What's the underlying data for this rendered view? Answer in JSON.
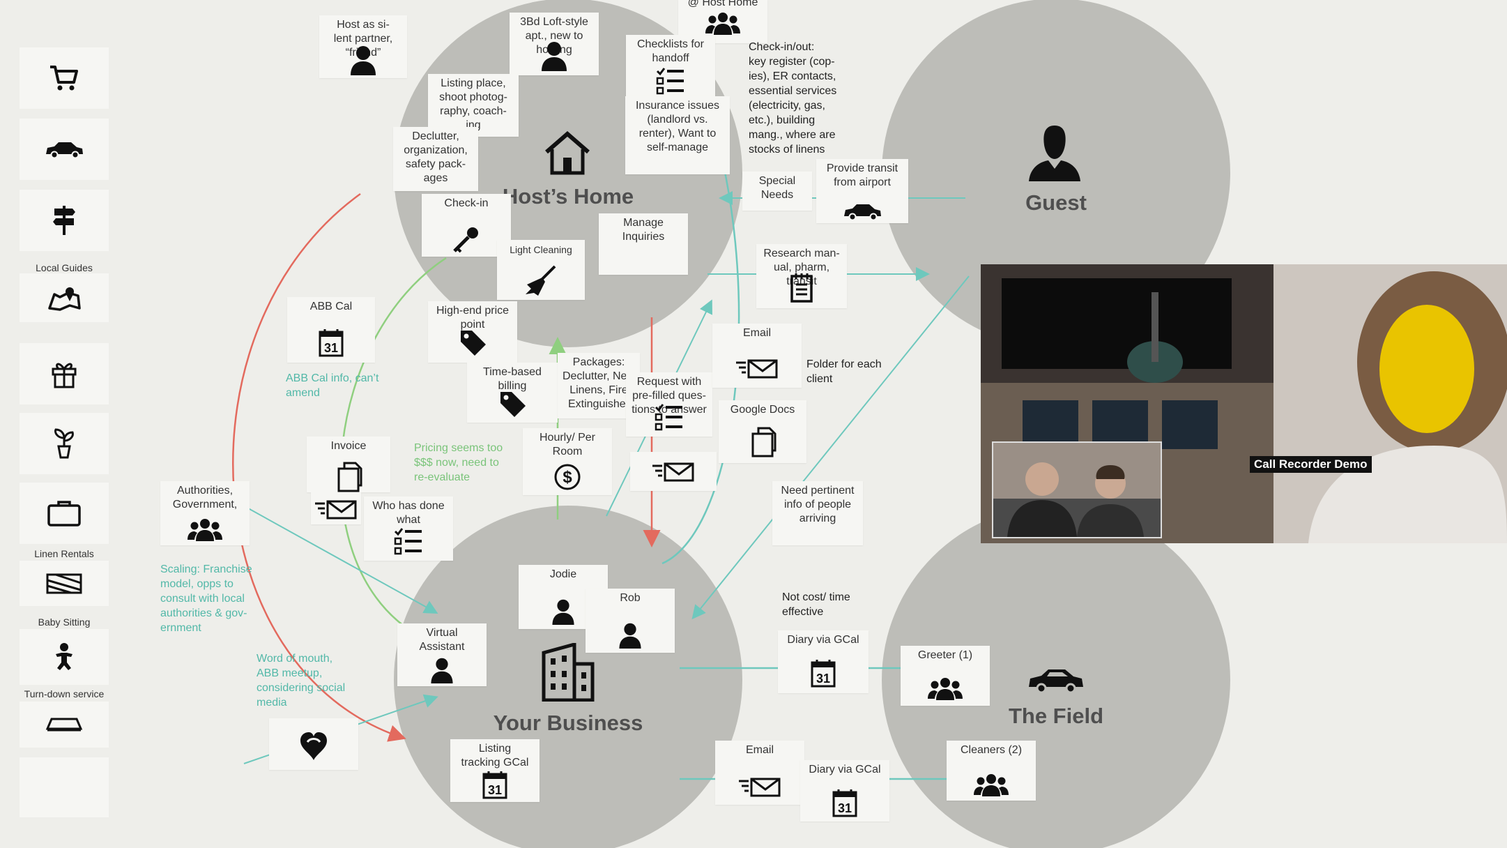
{
  "sidebar": {
    "labels": {
      "local_guides": "Local Guides",
      "linen_rentals": "Linen Rentals",
      "baby_sitting": "Baby Sitting",
      "turn_down": "Turn-down service"
    },
    "icons": [
      "cart-icon",
      "car-icon",
      "signpost-icon",
      "map-icon",
      "gift-icon",
      "plant-icon",
      "briefcase-icon",
      "linen-icon",
      "baby-icon",
      "turn-down-icon"
    ]
  },
  "circles": {
    "hosts_home": "Host’s Home",
    "guest": "Guest",
    "your_business": "Your Business",
    "the_field": "The Field"
  },
  "notes": {
    "host_partner": "Host as si-\nlent partner,\n“friend”",
    "loft": "3Bd Loft-style\napt., new to\nhosting",
    "host_home_top": "@ Host Home",
    "checklists": "Checklists for\nhandoff",
    "listing_place": "Listing place,\nshoot photog-\nraphy, coach-\ning",
    "declutter": "Declutter,\norganization,\nsafety pack-\nages",
    "insurance": "Insurance issues\n(landlord vs.\nrenter), Want to\nself-manage",
    "checkin": "Check-in",
    "light_cleaning": "Light Cleaning",
    "manage_inquiries": "Manage\nInquiries",
    "special_needs": "Special\nNeeds",
    "provide_transit": "Provide transit\nfrom airport",
    "research": "Research man-\nual, pharm,\ntransit",
    "abb_cal": "ABB Cal",
    "high_end": "High-end price\npoint",
    "time_based": "Time-based\nbilling",
    "packages": "Packages:\nDeclutter, New\nLinens, Fire\nExtinguisher",
    "request": "Request with\npre-filled ques-\ntions to answer",
    "email_1": "Email",
    "google_docs": "Google Docs",
    "invoice": "Invoice",
    "hourly": "Hourly/ Per\nRoom",
    "authorities": "Authorities,\nGovernment,",
    "who_has_done": "Who has done\nwhat",
    "need_pertinent": "Need pertinent\ninfo of people\narriving",
    "jodie": "Jodie",
    "rob": "Rob",
    "virtual_assistant": "Virtual\nAssistant",
    "diary_1": "Diary via GCal",
    "greeter": "Greeter (1)",
    "listing_tracking": "Listing\ntracking GCal",
    "email_2": "Email",
    "diary_2": "Diary via GCal",
    "cleaners": "Cleaners (2)"
  },
  "texts": {
    "checkin_out": "Check-in/out:\nkey register (cop-\nies), ER contacts,\nessential services\n(electricity, gas,\netc.), building\nmang., where are\nstocks of linens",
    "folder": "Folder for each\nclient",
    "abb_cal_info": "ABB Cal info, can’t\namend",
    "pricing": "Pricing seems too\n$$$ now, need to\nre-evaluate",
    "scaling": "Scaling: Franchise\nmodel, opps to\nconsult with local\nauthorities & gov-\nernment",
    "word_of_mouth": "Word of mouth,\nABB meetup,\nconsidering social\nmedia",
    "not_cost": "Not cost/ time\neffective"
  },
  "calendar_day": "31",
  "video": {
    "label": "Call Recorder Demo"
  },
  "colors": {
    "circle": "#bdbdb8",
    "teal_arrow": "#6ec8bd",
    "green_arrow": "#8fcf7f",
    "red_arrow": "#e36a5e",
    "face_blur": "#e9c400"
  }
}
